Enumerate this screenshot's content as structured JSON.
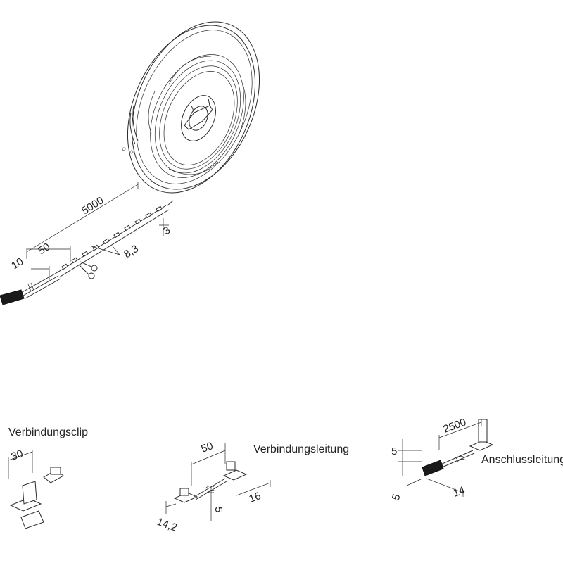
{
  "reel": {
    "dimensions": {
      "total_length": "5000",
      "segment": "50",
      "lead": "10",
      "width": "8,3",
      "height": "3"
    }
  },
  "accessories": {
    "clip": {
      "label": "Verbindungsclip",
      "dim_length": "30"
    },
    "connector_cable": {
      "label": "Verbindungsleitung",
      "dim_length": "50",
      "dim_height": "5",
      "dim_width": "16",
      "dim_small": "14,2"
    },
    "supply_cable": {
      "label": "Anschlussleitung",
      "dim_length": "2500",
      "dim_height": "5",
      "dim_depth": "5",
      "dim_width": "14"
    }
  }
}
